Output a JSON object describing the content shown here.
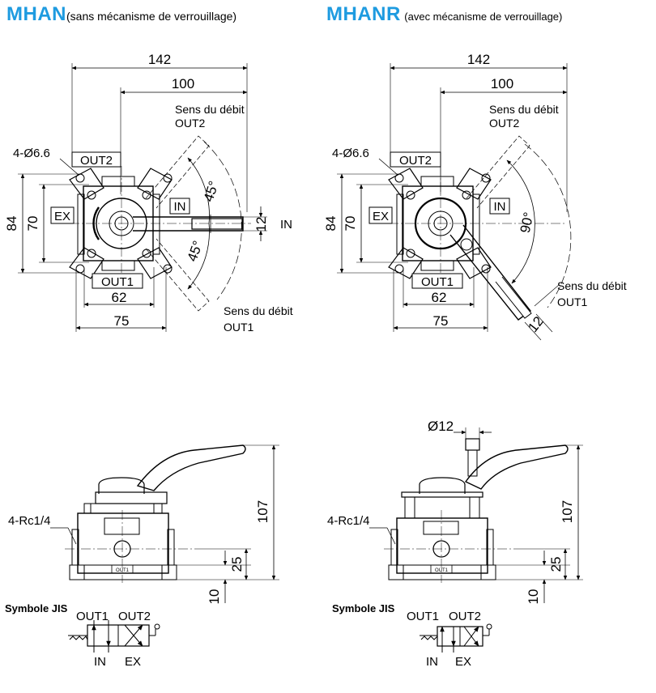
{
  "titles": {
    "mhan": {
      "model": "MHAN",
      "note": "(sans mécanisme de verrouillage)"
    },
    "mhanr": {
      "model": "MHANR",
      "note": "(avec mécanisme de verrouillage)"
    }
  },
  "top_views": {
    "mhan": {
      "overall_width": "142",
      "center_offset": "100",
      "flow_out2": [
        "Sens du débit",
        "OUT2"
      ],
      "flow_out1": [
        "Sens du débit",
        "OUT1"
      ],
      "holes": "4-Ø6.6",
      "port_out2": "OUT2",
      "port_in": "IN",
      "port_ex": "EX",
      "port_out1": "OUT1",
      "height_outer": "84",
      "height_inner": "70",
      "angle_upper": "45°",
      "angle_lower": "45°",
      "handle_width": "12",
      "handle_in": "IN",
      "width_inner": "62",
      "width_outer": "75"
    },
    "mhanr": {
      "overall_width": "142",
      "center_offset": "100",
      "flow_out2": [
        "Sens du débit",
        "OUT2"
      ],
      "flow_out1": [
        "Sens du débit",
        "OUT1"
      ],
      "holes": "4-Ø6.6",
      "port_out2": "OUT2",
      "port_in": "IN",
      "port_ex": "EX",
      "port_out1": "OUT1",
      "height_outer": "84",
      "height_inner": "70",
      "angle": "90°",
      "handle_width": "12",
      "width_inner": "62",
      "width_outer": "75"
    }
  },
  "side_views": {
    "mhan": {
      "ports": "4-Rc1/4",
      "height": "107",
      "port_height": "25",
      "base": "10",
      "plate": "OUT1"
    },
    "mhanr": {
      "knob": "Ø12",
      "ports": "4-Rc1/4",
      "height": "107",
      "port_height": "25",
      "base": "10",
      "plate": "OUT1"
    }
  },
  "jis": {
    "mhan": {
      "label": "Symbole JIS",
      "out1": "OUT1",
      "out2": "OUT2",
      "in": "IN",
      "ex": "EX"
    },
    "mhanr": {
      "label": "Symbole JIS",
      "out1": "OUT1",
      "out2": "OUT2",
      "in": "IN",
      "ex": "EX"
    }
  }
}
